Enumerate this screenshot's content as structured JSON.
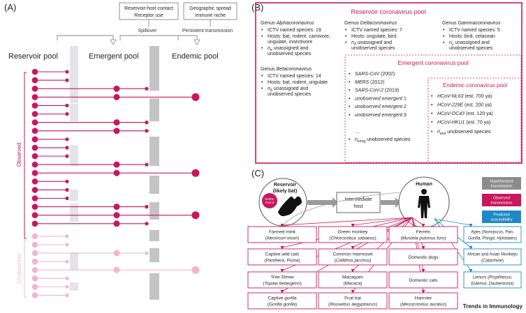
{
  "panel_a": {
    "label": "(A)",
    "box1": [
      "Reservoir-host contact",
      "Receptor use"
    ],
    "box2": [
      "Geographic spread",
      "Immune niche"
    ],
    "spillover": "Spillover",
    "persistent": "Persistent transmission",
    "pool_reservoir": "Reservoir pool",
    "pool_emergent": "Emergent pool",
    "pool_endemic": "Endemic pool",
    "observed": "Observed",
    "unobserved": "Unobserved"
  },
  "panel_b": {
    "label": "(B)",
    "reservoir_title": "Reservoir coronavirus pool",
    "alpha": {
      "genus_prefix": "Genus ",
      "genus": "Alphacoronavirus",
      "items": [
        "ICTV named species: 19",
        "Hosts: bat, rodent, carnivore,",
        "ungulate, insectivore",
        "n",
        "unassigned and",
        "unobserved species"
      ],
      "sub": "α"
    },
    "delta": {
      "genus_prefix": "Genus ",
      "genus": "Deltacoronavirus",
      "items": [
        "ICTV named species: 7",
        "Hosts: ungulate, bird",
        "n",
        "unassigned and",
        "unobserved species"
      ],
      "sub": "δ"
    },
    "gamma": {
      "genus_prefix": "Genus ",
      "genus": "Gammacoronavirus",
      "items": [
        "ICTV named species: 5",
        "Hosts: bird, cetacean",
        "n",
        "unassigned and",
        "unobserved species"
      ],
      "sub": "γ"
    },
    "beta": {
      "genus_prefix": "Genus ",
      "genus": "Betacoronavirus",
      "items": [
        "ICTV named species: 14",
        "Hosts: bat, rodent, ungulate",
        "n",
        "unassigned and",
        "unobserved species"
      ],
      "sub": "β"
    },
    "emergent_title": "Emergent coronavirus pool",
    "emergent_items": [
      {
        "name": "SARS-CoV",
        "rest": " (2002)"
      },
      {
        "name": "MERS",
        "rest": " (2012)"
      },
      {
        "name": "SARS-CoV-2",
        "rest": " (2019)"
      },
      {
        "name": "unobserved emergent",
        "rest": " 1"
      },
      {
        "name": "unobserved emergent",
        "rest": " 2"
      },
      {
        "name": "unobserved emergent",
        "rest": " 3"
      }
    ],
    "ellipsis": "…",
    "emergent_last_n": "n",
    "emergent_last_sub": "emrg",
    "emergent_last_rest": " unobserved species",
    "endemic_title": "Endemic coronavirus pool",
    "endemic_items": [
      {
        "name": "HCoV-NL63",
        "rest": " (est. 700 ya)"
      },
      {
        "name": "HCoV-229E",
        "rest": " (est. 200 ya)"
      },
      {
        "name": "HCoV-OC43",
        "rest": " (est. 120 ya)"
      },
      {
        "name": "HCoV-HKU1",
        "rest": " (est. 70 ya)"
      }
    ],
    "endemic_last_n": "n",
    "endemic_last_sub": "end",
    "endemic_last_rest": " unobserved species"
  },
  "panel_c": {
    "label": "(C)",
    "reservoir": [
      "Reservoir",
      "(likely bat)"
    ],
    "sars_badge": [
      "SARS-",
      "CoV-2"
    ],
    "intermediate": [
      "Intermediate",
      "host"
    ],
    "human": "Human",
    "legend": [
      {
        "label": [
          "Hypothesized",
          "transmission"
        ],
        "color": "#8c8c8c"
      },
      {
        "label": [
          "Observed",
          "transmission"
        ],
        "color": "#c8175d"
      },
      {
        "label": [
          "Predicted",
          "susceptibility"
        ],
        "color": "#1e88c7"
      }
    ],
    "hosts_col1": [
      {
        "name": "Farmed mink",
        "sci": "Neovison vison"
      },
      {
        "name": "Captive wild cats",
        "sci": "Panthera, Puma"
      },
      {
        "name": "Tree Shrew",
        "sci": "Tupaia belangeris"
      },
      {
        "name": "Captive gorilla",
        "sci": "Gorilla gorilla"
      }
    ],
    "hosts_col2": [
      {
        "name": "Green monkey",
        "sci": "Chlorocebus sabaeus"
      },
      {
        "name": "Common marmoset",
        "sci": "Callithrix jacchus"
      },
      {
        "name": "Macaques",
        "sci": "Macaca"
      },
      {
        "name": "Fruit bat",
        "sci": "Rousettus aegyptiacus"
      }
    ],
    "hosts_col3": [
      {
        "name": "Ferrets",
        "sci": "Mustela putorius furo"
      },
      {
        "name": "Domestic dogs",
        "sci": ""
      },
      {
        "name": "Domestic cats",
        "sci": ""
      },
      {
        "name": "Hamster",
        "sci": "Mesocricetus auratus"
      }
    ],
    "hosts_col4": [
      {
        "l1": "Apes (",
        "i1": "Nomascus, Pan,",
        "l2": "",
        "i2": "Gorilla, Pongo, Hylobates",
        "tail": ")"
      },
      {
        "l1": "African and Asian Monkeys",
        "i1": "",
        "l2": "(",
        "i2": "Catarrhine",
        "tail": ")"
      },
      {
        "l1": "Lemurs (",
        "i1": "Propithecus,",
        "l2": "",
        "i2": "Eulemur, Daubentonia",
        "tail": ")"
      }
    ]
  },
  "footer": "Trends in Immunology",
  "colors": {
    "magenta": "#c8175d",
    "light_pink": "#f0b8cf",
    "grey": "#bdbdbd",
    "blue": "#1e88c7"
  }
}
